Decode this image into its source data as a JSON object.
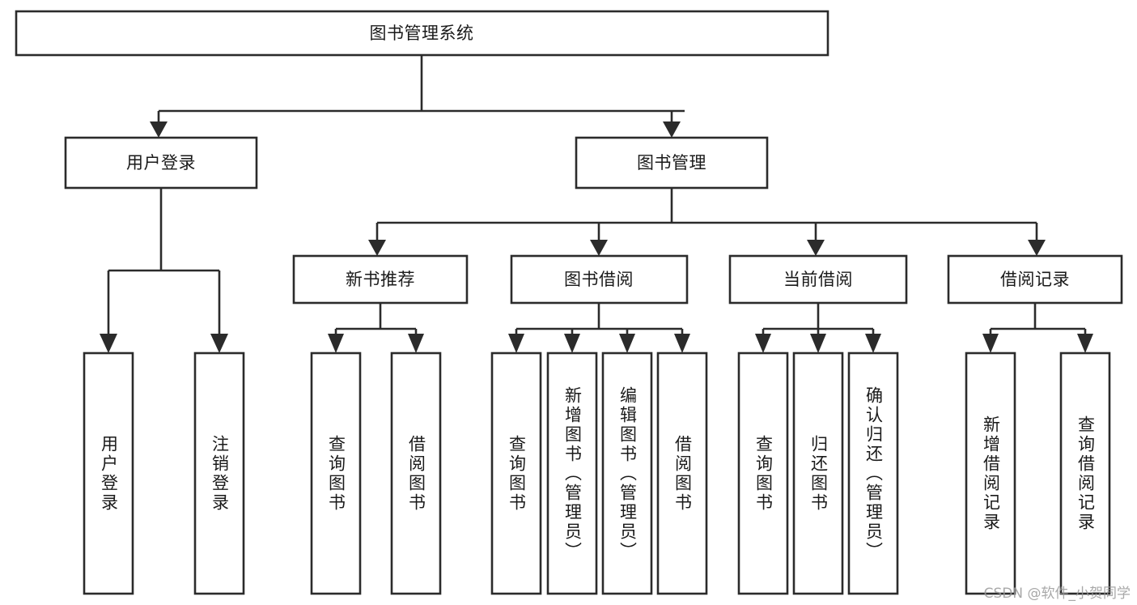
{
  "diagram": {
    "type": "hierarchy-tree",
    "title": "图书管理系统",
    "watermark": "CSDN @软件_小贺同学",
    "colors": {
      "stroke": "#2b2b2b",
      "fill": "#ffffff",
      "text": "#1a1a1a",
      "watermark": "#9a9a9a"
    },
    "root": {
      "label": "图书管理系统",
      "orientation": "horizontal"
    },
    "level2": [
      {
        "label": "用户登录",
        "orientation": "horizontal"
      },
      {
        "label": "图书管理",
        "orientation": "horizontal"
      }
    ],
    "level3": [
      {
        "label": "新书推荐",
        "orientation": "horizontal"
      },
      {
        "label": "图书借阅",
        "orientation": "horizontal"
      },
      {
        "label": "当前借阅",
        "orientation": "horizontal"
      },
      {
        "label": "借阅记录",
        "orientation": "horizontal"
      }
    ],
    "leaves": {
      "user_login": [
        {
          "label": "用户登录",
          "orientation": "vertical"
        },
        {
          "label": "注销登录",
          "orientation": "vertical"
        }
      ],
      "new_book_recommend": [
        {
          "label": "查询图书",
          "orientation": "vertical"
        },
        {
          "label": "借阅图书",
          "orientation": "vertical"
        }
      ],
      "book_borrow": [
        {
          "label": "查询图书",
          "orientation": "vertical"
        },
        {
          "label": "新增图书（管理员）",
          "orientation": "vertical"
        },
        {
          "label": "编辑图书（管理员）",
          "orientation": "vertical"
        },
        {
          "label": "借阅图书",
          "orientation": "vertical"
        }
      ],
      "current_borrow": [
        {
          "label": "查询图书",
          "orientation": "vertical"
        },
        {
          "label": "归还图书",
          "orientation": "vertical"
        },
        {
          "label": "确认归还（管理员）",
          "orientation": "vertical"
        }
      ],
      "borrow_record": [
        {
          "label": "新增借阅记录",
          "orientation": "vertical"
        },
        {
          "label": "查询借阅记录",
          "orientation": "vertical"
        }
      ]
    }
  }
}
